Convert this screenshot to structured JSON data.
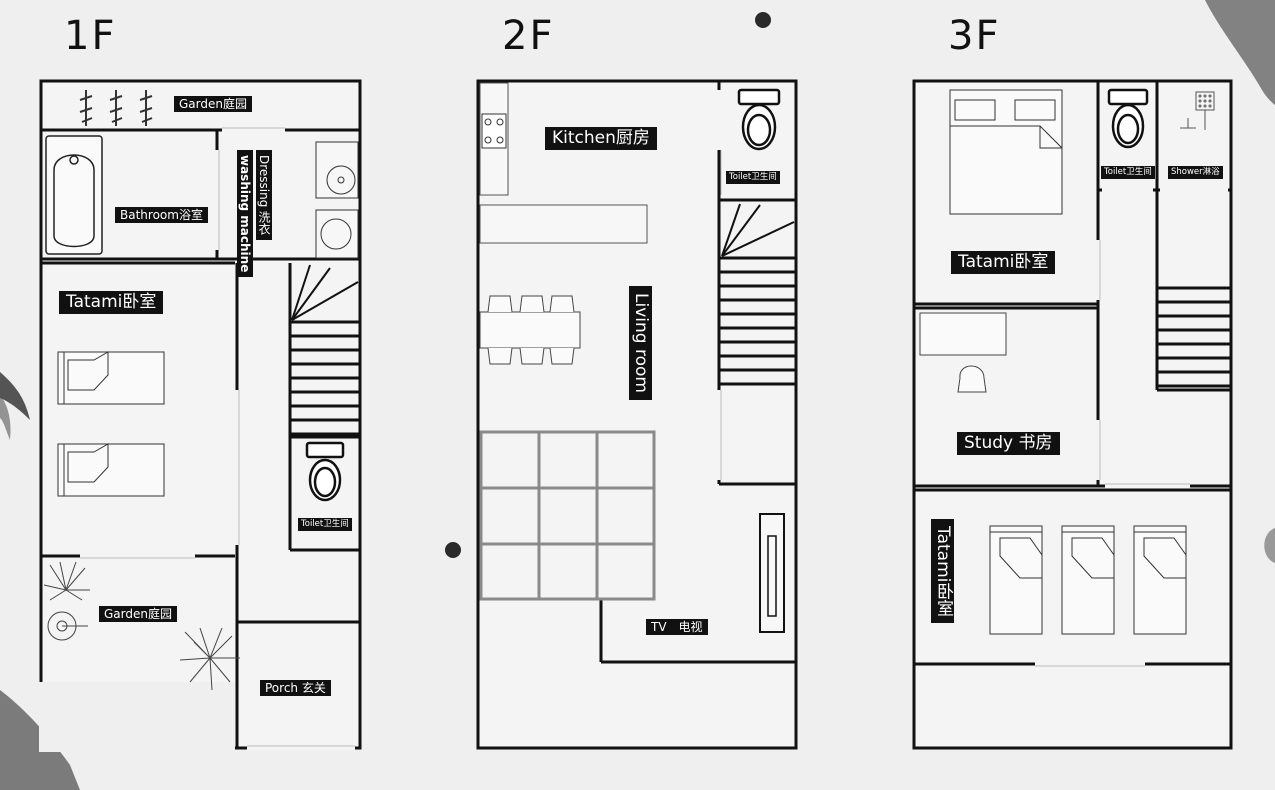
{
  "floors": [
    {
      "title": "1F",
      "rooms": {
        "garden_top": "Garden庭园",
        "bathroom": "Bathroom浴室",
        "dressing": "Dressing 洗衣",
        "washing": "washing machine",
        "tatami": "Tatami卧室",
        "toilet": "Toilet卫生间",
        "garden_bottom": "Garden庭园",
        "porch": "Porch 玄关"
      }
    },
    {
      "title": "2F",
      "rooms": {
        "kitchen": "Kitchen厨房",
        "toilet": "Toilet卫生间",
        "living": "Living room",
        "tv": "TV　电视"
      }
    },
    {
      "title": "3F",
      "rooms": {
        "toilet": "Toilet卫生间",
        "shower": "Shower淋浴",
        "tatami_top": "Tatami卧室",
        "study": "Study 书房",
        "tatami_bottom": "Tatami卧室"
      }
    }
  ],
  "colors": {
    "wall": "#111111",
    "background": "#efefef",
    "tatami_grid": "#8a8a8a",
    "ink": "#4a4a4a"
  }
}
